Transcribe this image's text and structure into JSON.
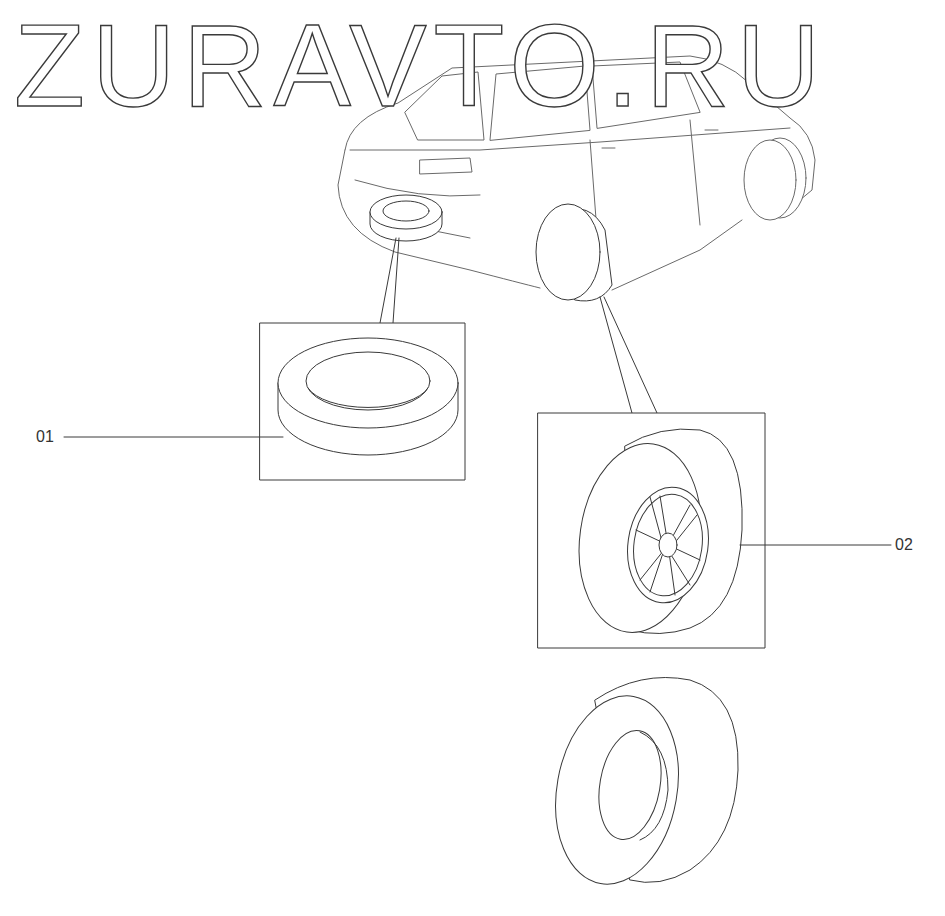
{
  "diagram": {
    "labels": [
      "ZURAVTO.RU",
      "01",
      "02"
    ]
  }
}
